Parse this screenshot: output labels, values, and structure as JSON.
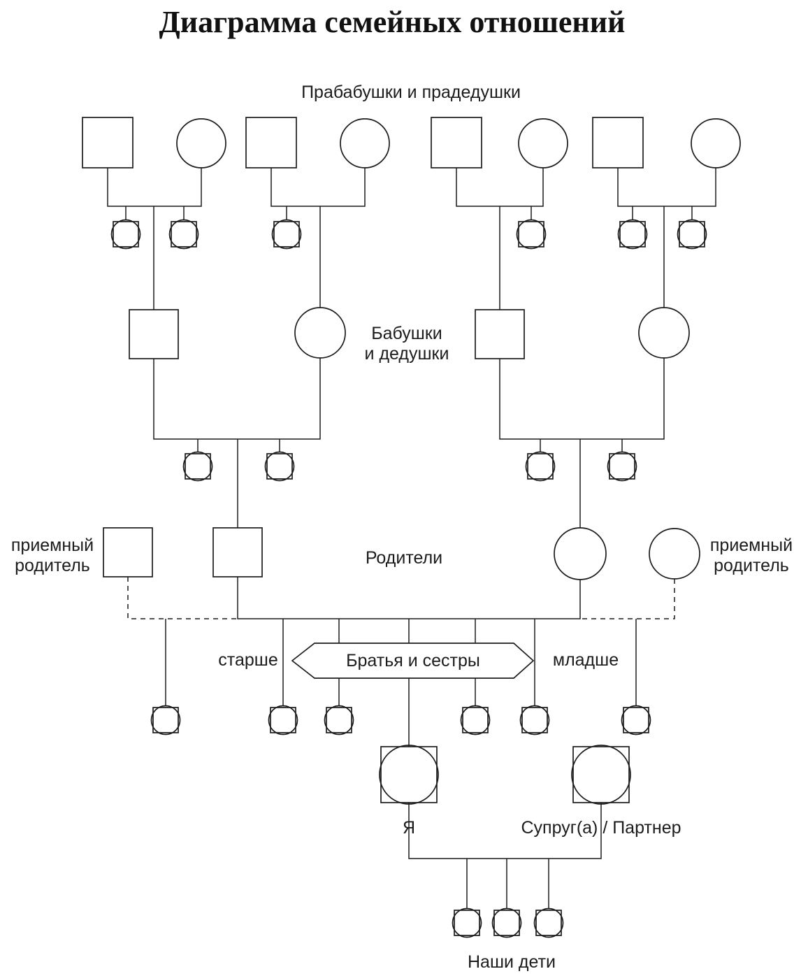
{
  "title": "Диаграмма семейных отношений",
  "labels": {
    "great_grandparents": "Прабабушки и прадедушки",
    "grandparents": [
      "Бабушки",
      "и дедушки"
    ],
    "parents": "Родители",
    "adoptive_left": [
      "приемный",
      "родитель"
    ],
    "adoptive_right": [
      "приемный",
      "родитель"
    ],
    "older": "старше",
    "siblings": "Братья и сестры",
    "younger": "младше",
    "me": "Я",
    "spouse": "Супруг(а) / Партнер",
    "children": "Наши дети"
  },
  "symbols": {
    "male": "square",
    "female": "circle",
    "unspecified_person": "circle-in-square",
    "adoptive_link": "dashed-line",
    "blood_link": "solid-line"
  },
  "structure": {
    "great_grandparent_couples": 4,
    "great_grandparent_sibling_placeholders": 6,
    "grandparent_couples": 2,
    "grandparent_sibling_placeholders": 4,
    "parents": 2,
    "adoptive_parents": 2,
    "sibling_placeholders": 6,
    "children_placeholders": 3
  },
  "colors": {
    "line": "#1c1c1c",
    "fill": "#ffffff",
    "text": "#1c1c1c",
    "background": "#ffffff"
  }
}
